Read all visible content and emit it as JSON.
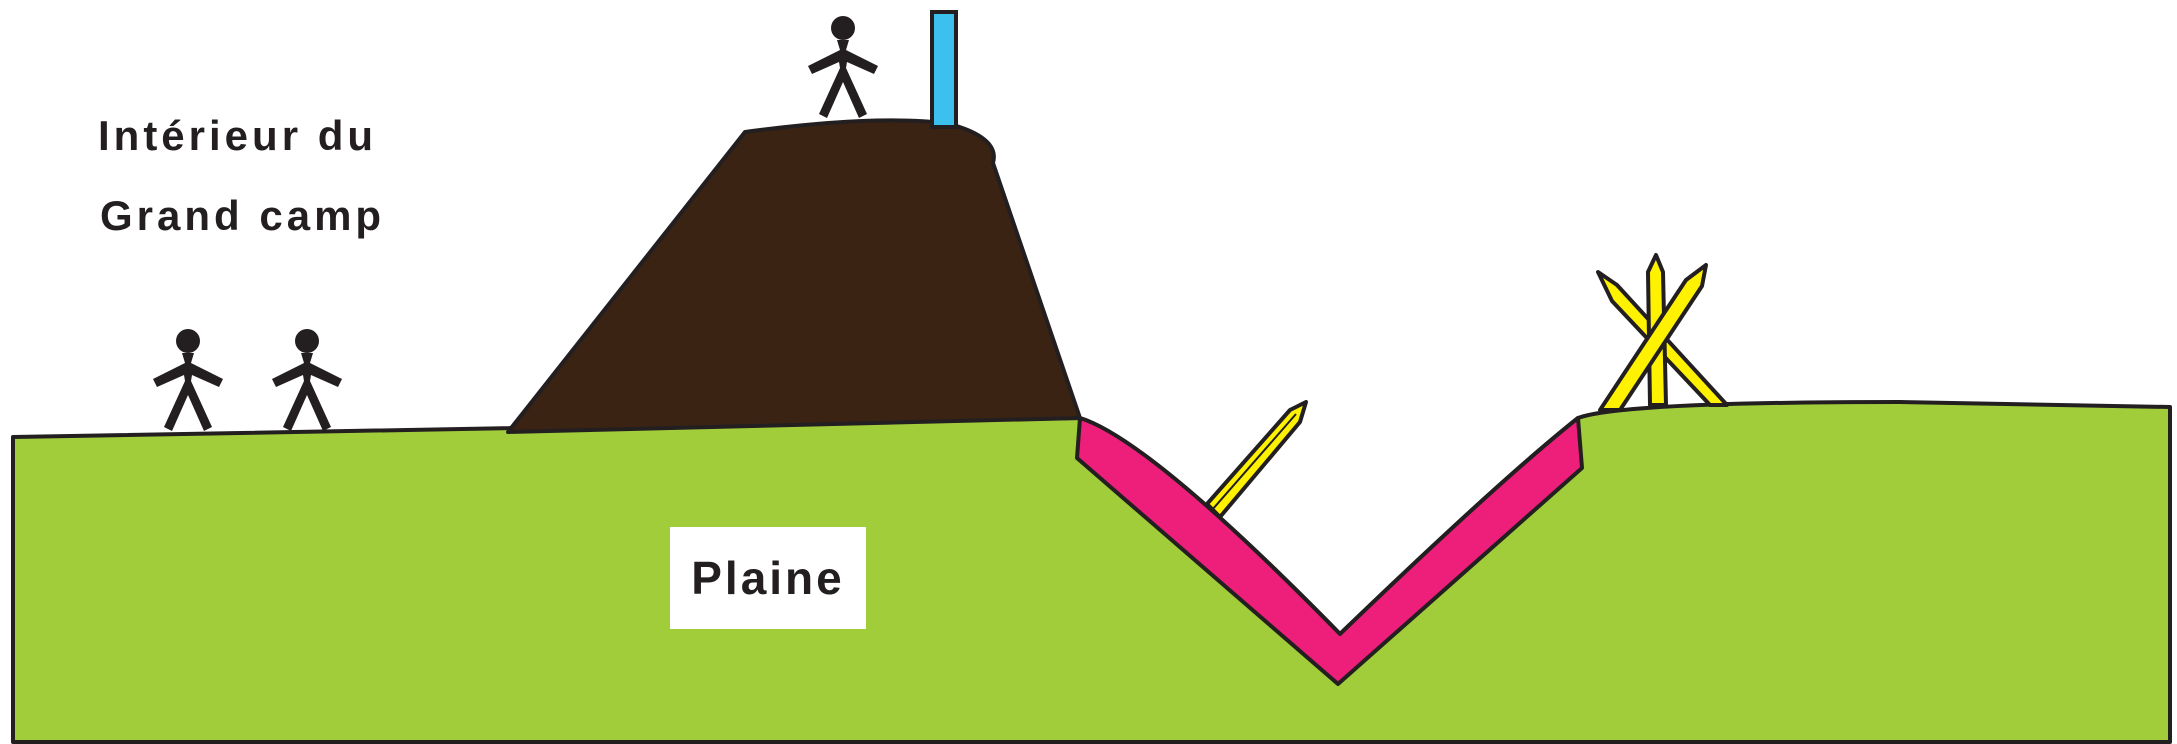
{
  "labels": {
    "interior_line1": "Intérieur du",
    "interior_line2": "Grand camp",
    "plain": "Plaine"
  },
  "colors": {
    "ground": "#a2cd3a",
    "rampart": "#3b2314",
    "ditch": "#ee1f7b",
    "stakes": "#fff200",
    "flag": "#3cc1ef",
    "outline": "#231f20",
    "label_background": "#ffffff"
  },
  "figures": [
    "person-icon",
    "person-icon",
    "person-icon"
  ]
}
